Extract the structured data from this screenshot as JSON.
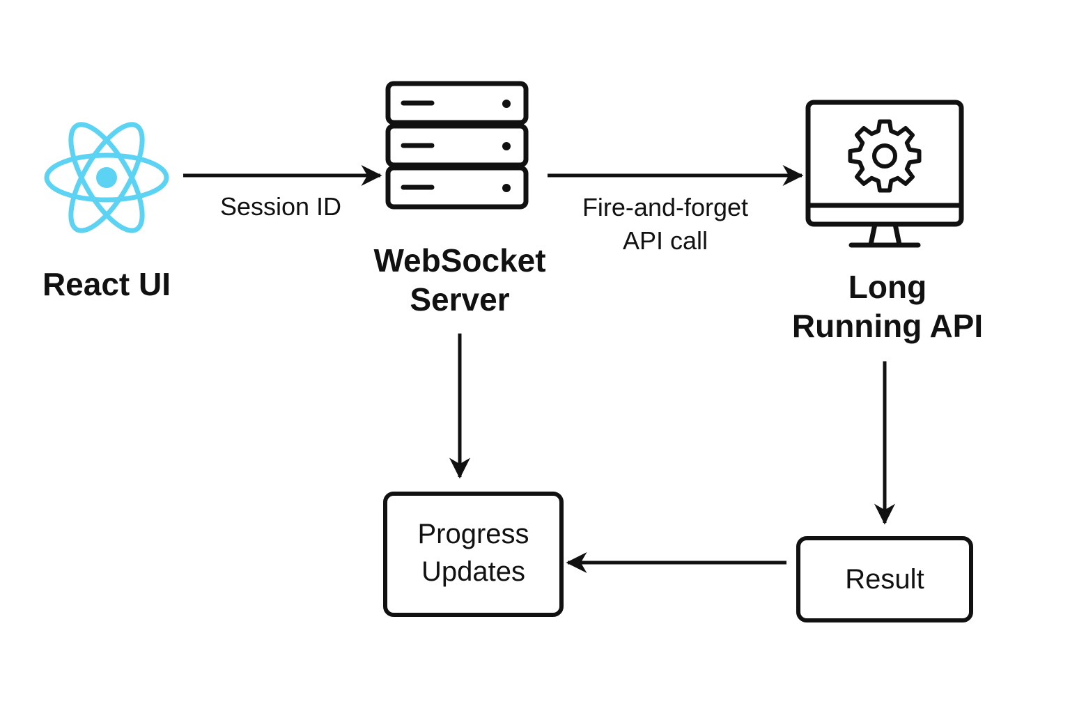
{
  "colors": {
    "react_accent": "#5CD3F3",
    "stroke": "#111111",
    "background": "#ffffff"
  },
  "nodes": {
    "react_ui": {
      "label": "React UI",
      "icon": "react-logo-icon"
    },
    "websocket_server": {
      "label_line1": "WebSocket",
      "label_line2": "Server",
      "icon": "server-stack-icon"
    },
    "long_running_api": {
      "label_line1": "Long",
      "label_line2": "Running API",
      "icon": "monitor-gear-icon"
    },
    "progress_updates": {
      "label_line1": "Progress",
      "label_line2": "Updates"
    },
    "result": {
      "label": "Result"
    }
  },
  "edges": {
    "react_to_ws": {
      "label": "Session ID"
    },
    "ws_to_api": {
      "label_line1": "Fire-and-forget",
      "label_line2": "API call"
    },
    "ws_to_progress": {
      "label": ""
    },
    "api_to_result": {
      "label": ""
    },
    "result_to_progress": {
      "label": ""
    }
  }
}
